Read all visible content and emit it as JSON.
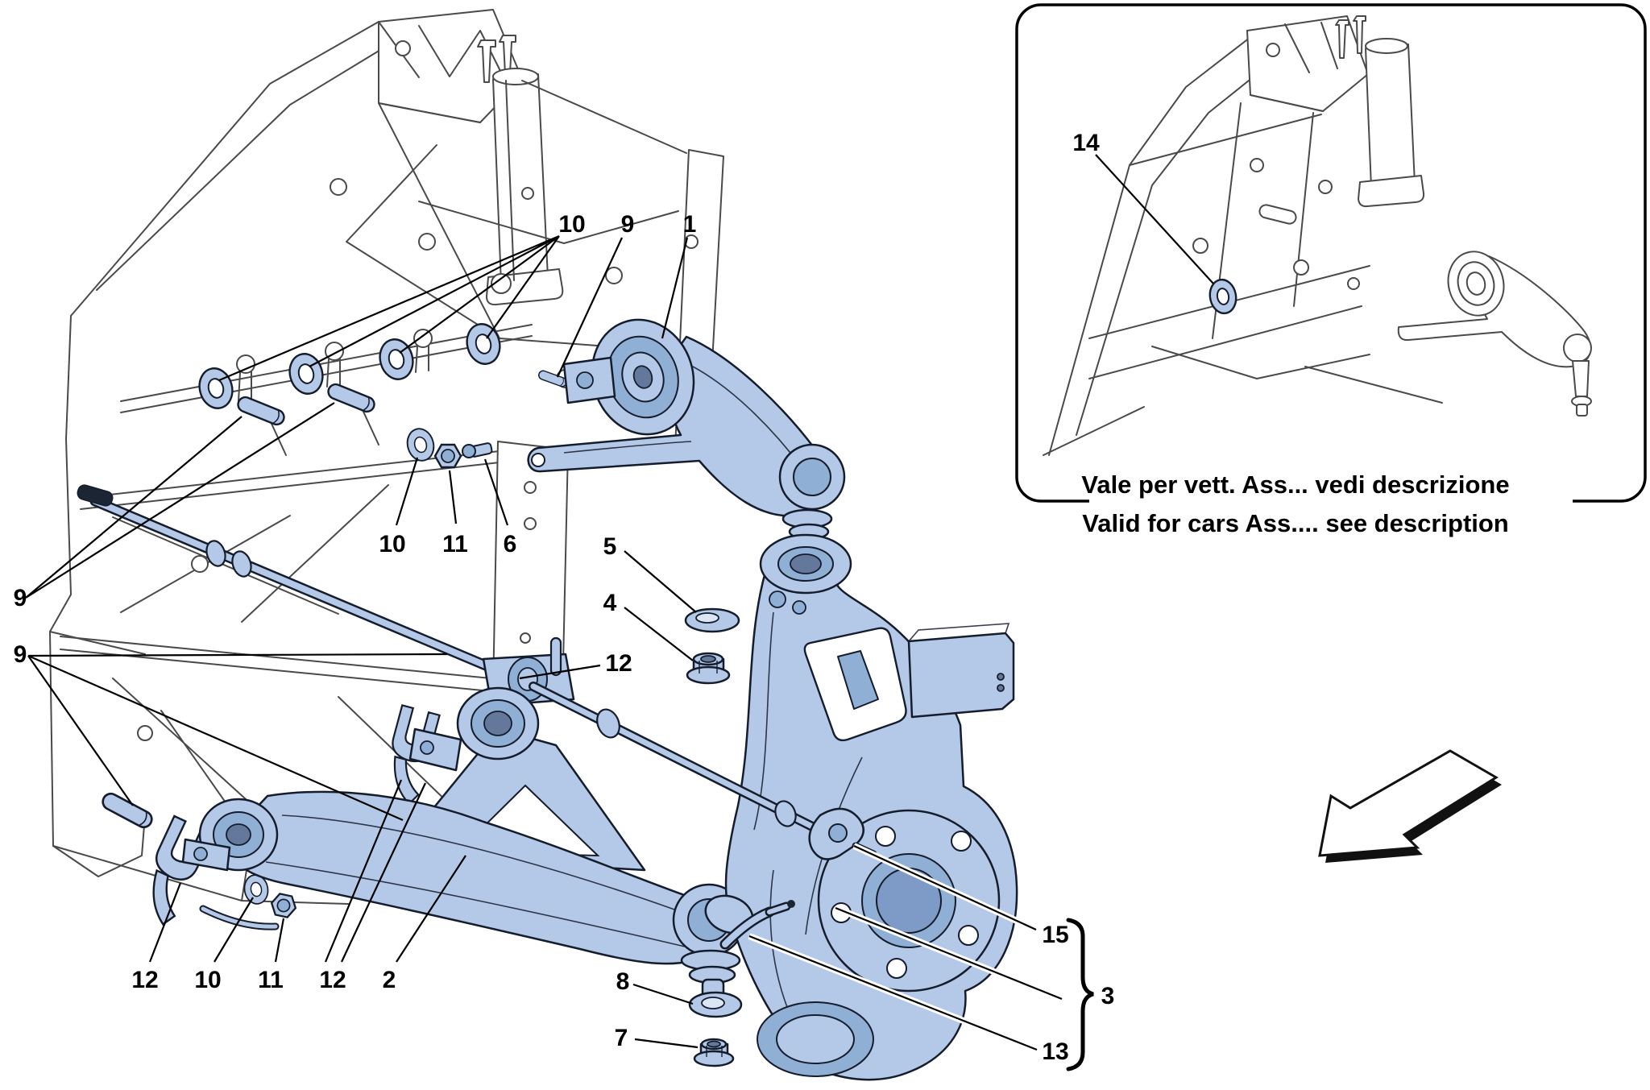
{
  "diagram_title": "Front suspension exploded parts diagram",
  "colors": {
    "part_blue": "#b4c9e7",
    "part_blue_mid": "#8fafd4",
    "part_blue_deep": "#64789c",
    "outline": "#151c2c",
    "frame_gray": "#4a4a4a",
    "label_black": "#000000",
    "background": "#ffffff"
  },
  "callouts": {
    "n1": "1",
    "n2": "2",
    "n3": "3",
    "n4": "4",
    "n5": "5",
    "n6": "6",
    "n7": "7",
    "n8": "8",
    "n9top": "9",
    "n9a": "9",
    "n9b": "9",
    "n10top": "10",
    "n10mid": "10",
    "n10bot": "10",
    "n11mid": "11",
    "n11bot": "11",
    "n12mid": "12",
    "n12a": "12",
    "n12b": "12",
    "n13": "13",
    "n14": "14",
    "n15": "15"
  },
  "inset": {
    "callout": "14",
    "caption_it": "Vale per vett. Ass... vedi descrizione",
    "caption_en": "Valid for cars Ass.... see description"
  }
}
